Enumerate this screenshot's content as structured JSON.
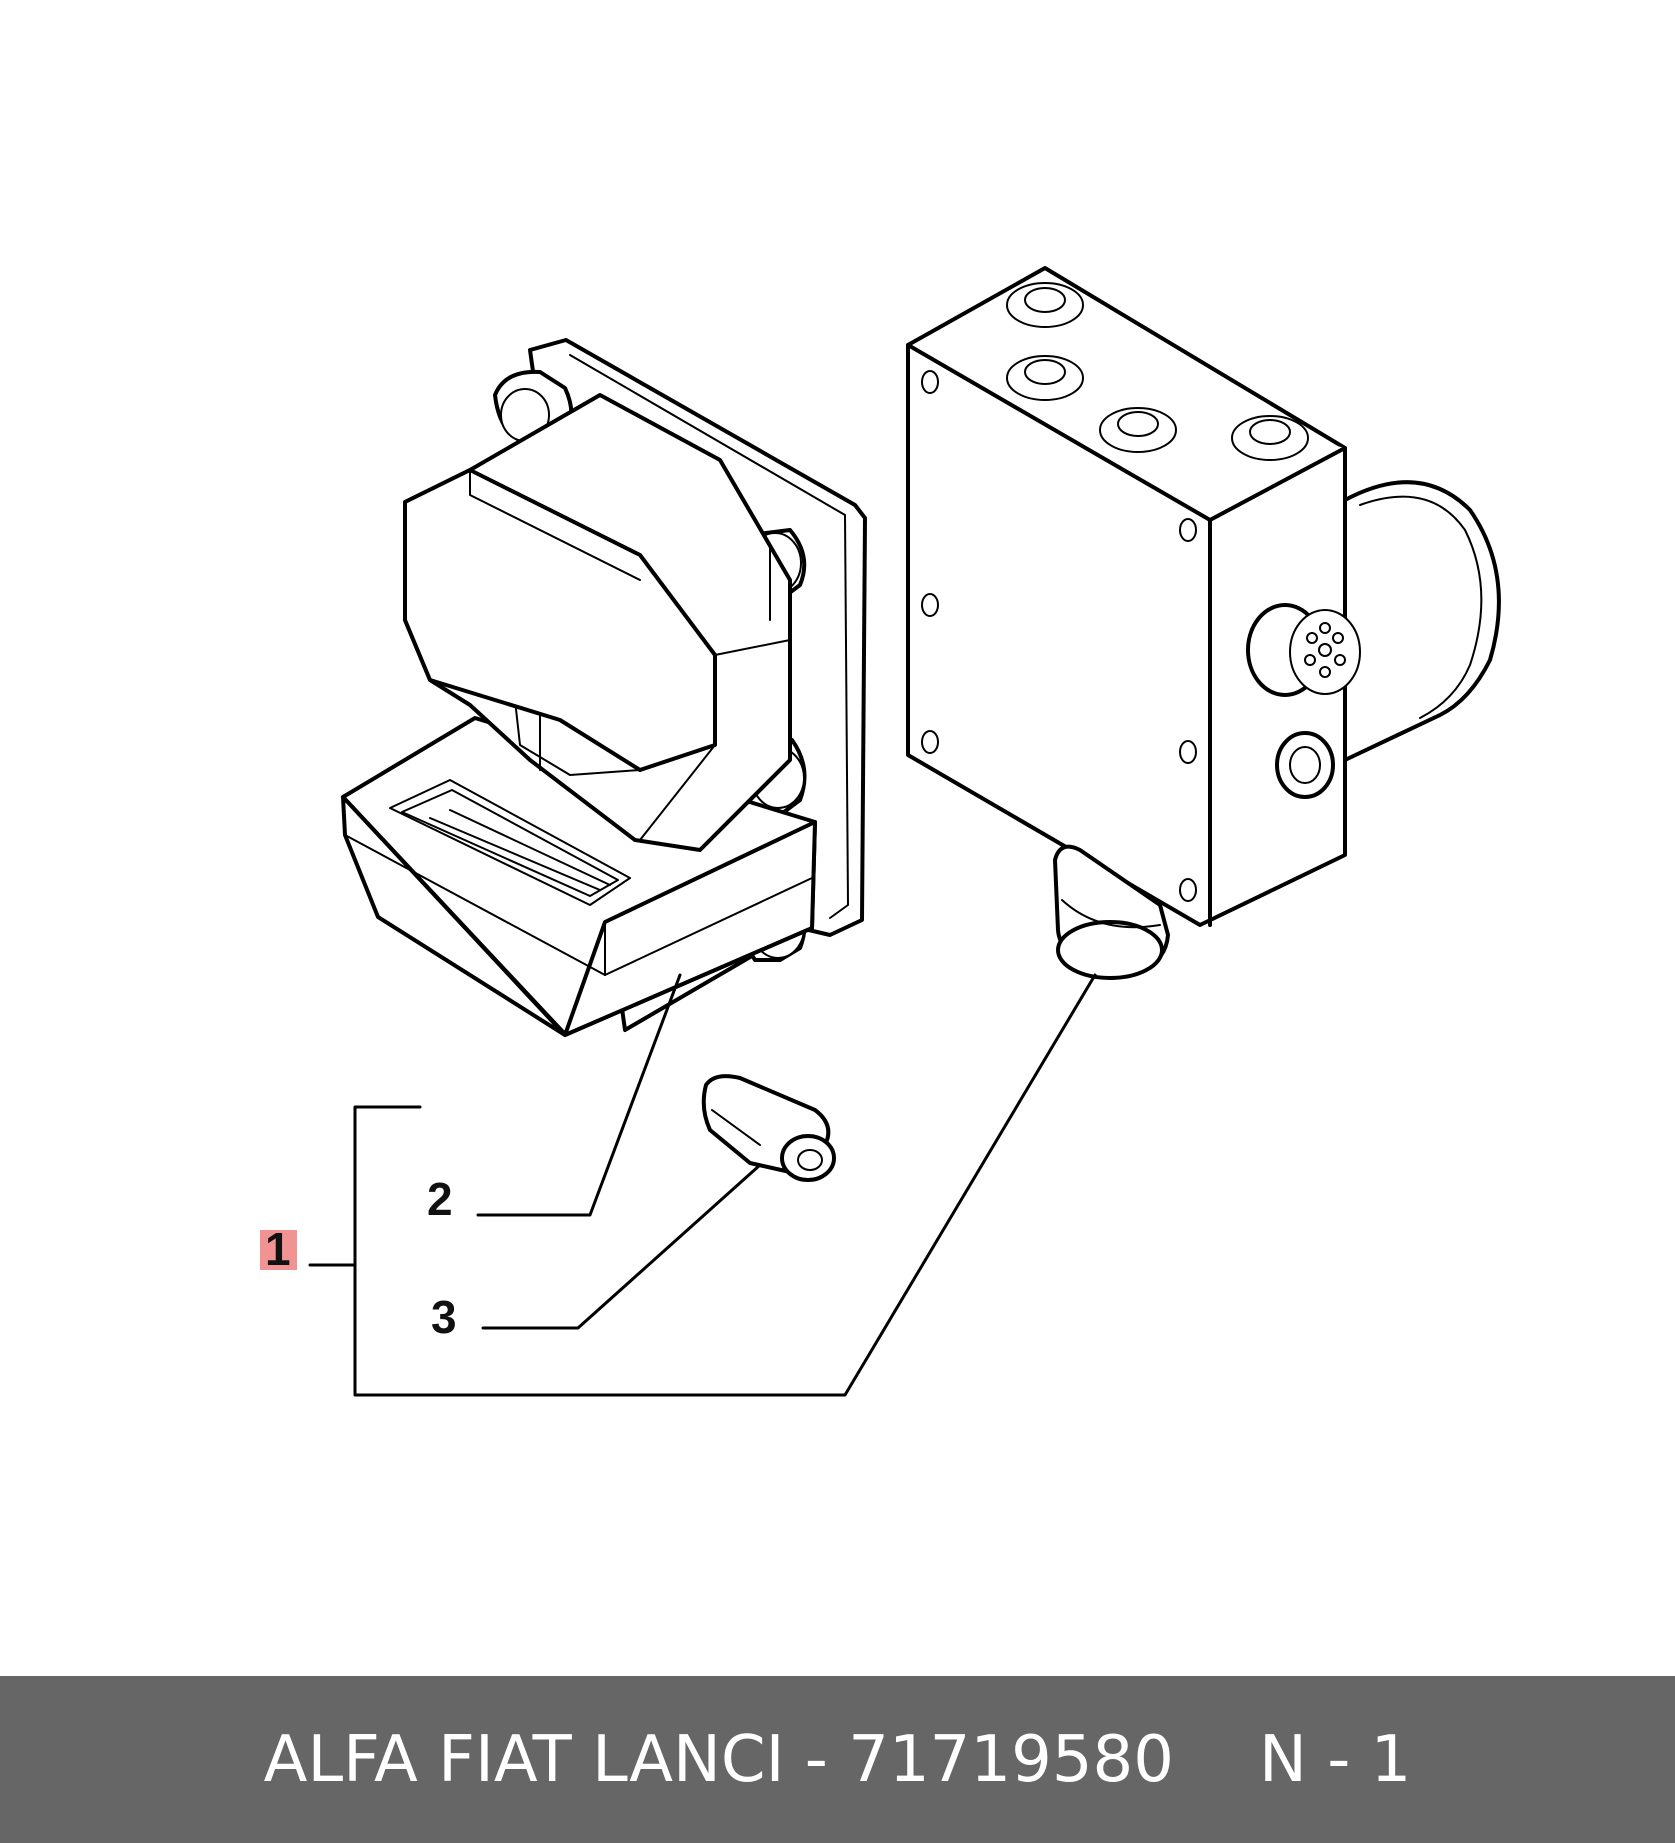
{
  "callouts": [
    {
      "id": "1",
      "label": "1",
      "highlight_color": "#f08080"
    },
    {
      "id": "2",
      "label": "2"
    },
    {
      "id": "3",
      "label": "3"
    }
  ],
  "footer": {
    "brand_part": "ALFA FIAT LANCI - 71719580",
    "quantity": "N - 1",
    "background_color": "#666666",
    "text_color": "#ffffff"
  }
}
